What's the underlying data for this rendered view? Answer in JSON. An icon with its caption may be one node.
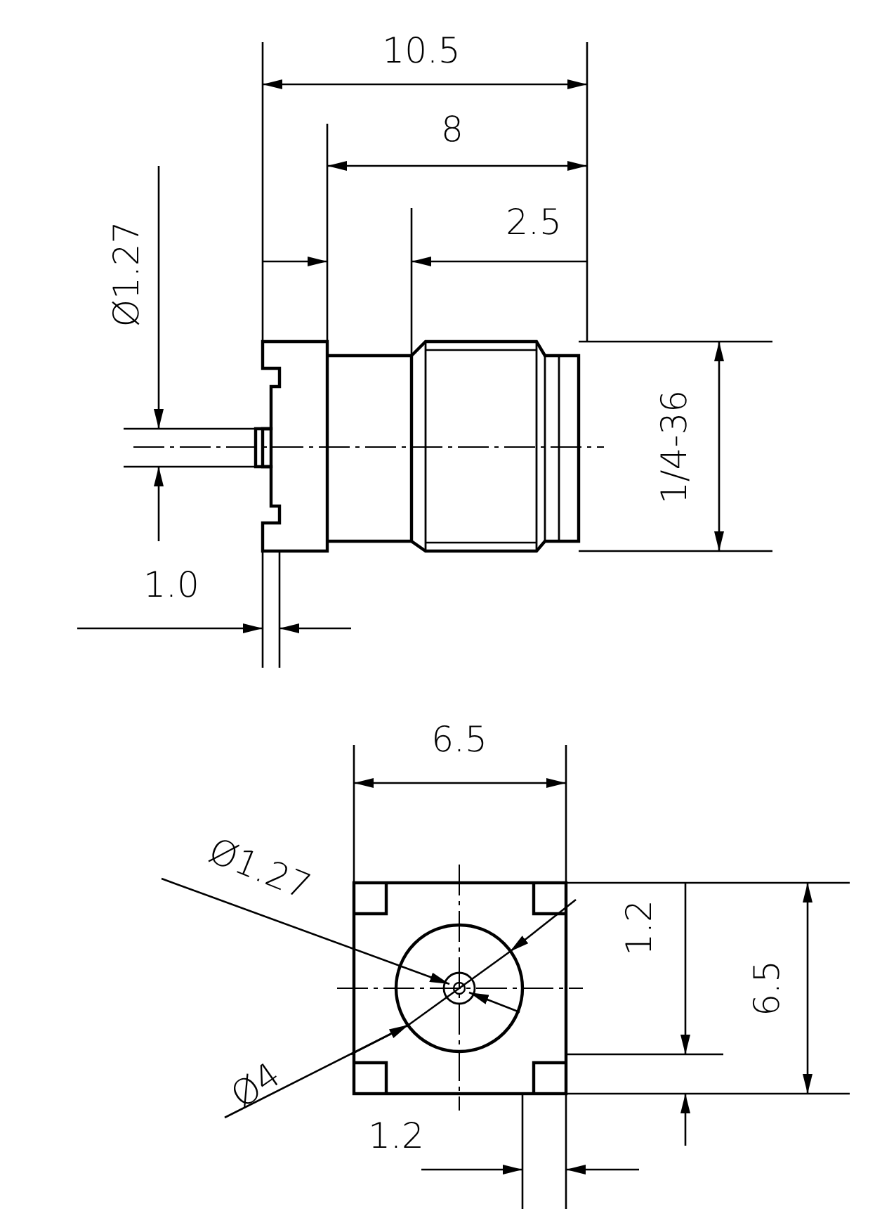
{
  "diagram": {
    "labels": [
      "10.5",
      "8",
      "2.5",
      "Ø1.27",
      "1/4-36",
      "1.0",
      "6.5",
      "Ø1.27",
      "1.2",
      "6.5",
      "Ø4",
      "1.2"
    ]
  }
}
